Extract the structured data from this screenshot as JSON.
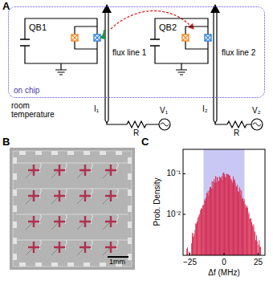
{
  "diagram": {
    "nodes": [
      {
        "text": [
          "on chip"
        ]
      },
      {
        "text": [
          "QB1"
        ],
        "in": 0
      },
      {
        "text": [
          "QB2"
        ],
        "in": 0
      }
    ],
    "labels": [
      "A",
      "flux line 1",
      "flux line 2",
      "room temperature",
      "I₁",
      "R",
      "V₁",
      "I₂",
      "R",
      "V₂",
      "B",
      "1mm",
      "C",
      "Prob. Density",
      "10⁻¹",
      "10⁻²",
      "−25",
      "0",
      "25",
      "Δf (MHz)"
    ]
  }
}
